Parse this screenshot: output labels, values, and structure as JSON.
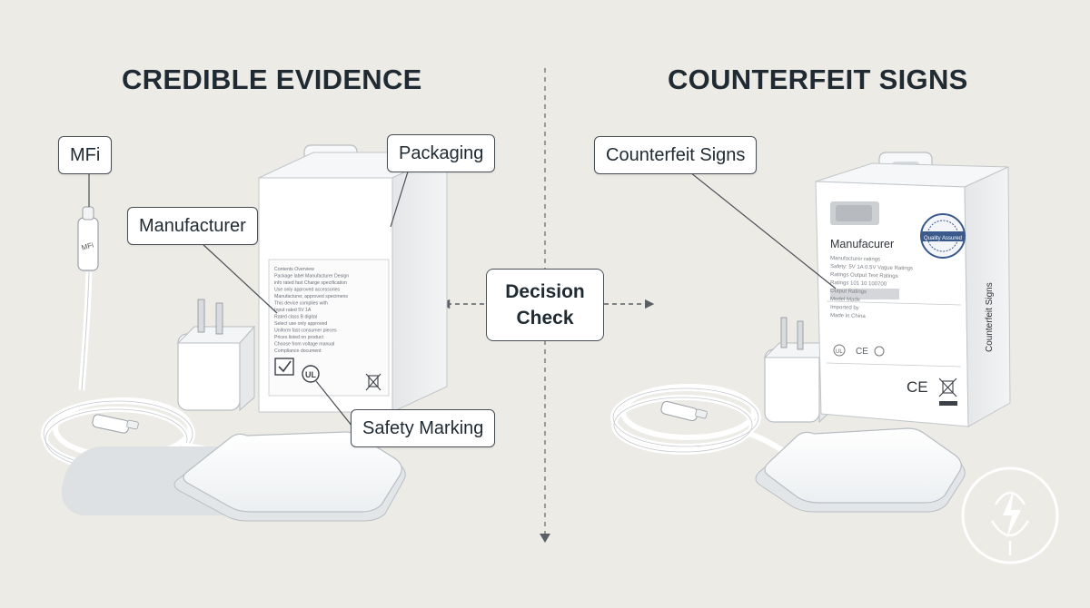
{
  "headings": {
    "left": "CREDIBLE EVIDENCE",
    "right": "COUNTERFEIT SIGNS"
  },
  "labels": {
    "mfi": "MFi",
    "packaging": "Packaging",
    "manufacturer": "Manufacturer",
    "safety_marking": "Safety Marking",
    "counterfeit_signs": "Counterfeit Signs"
  },
  "decision": {
    "line1": "Decision",
    "line2": "Check"
  },
  "left_box": {
    "text_lines": [
      "Contents Overview",
      "Package label Manufacturer Design",
      "info rated fast Charge specification",
      "Use only approved accessories",
      "Manufacturer, approved specimens",
      "This device complies with",
      "Input rated 5V 1A",
      "Rated class B digital",
      "Select use only approved",
      "Uniform fast consumer pieces",
      "Prices listed on product",
      "Choose from voltage manual",
      "Compliance document"
    ],
    "cable_tip_mark": "MFi"
  },
  "right_box": {
    "maker": "Manufacurer",
    "side_text": "Counterfeit Signs",
    "seal_text": "Quality Assured",
    "ce_mark": "CE",
    "ce_small": "CE",
    "ul_mark": "UL",
    "text_lines": [
      "Manufacturer ratings",
      "Safety: 5V 1A 0.5V Vague Ratings",
      "Ratings Output Text Ratings",
      "Ratings 101 10 100700",
      "Output Ratings",
      "Model Made",
      "Imported by",
      "Made in China"
    ]
  },
  "colors": {
    "background": "#ecebe6",
    "heading": "#1f2a33",
    "border": "#4a4f55",
    "accent_blue": "#3a5a8c"
  }
}
